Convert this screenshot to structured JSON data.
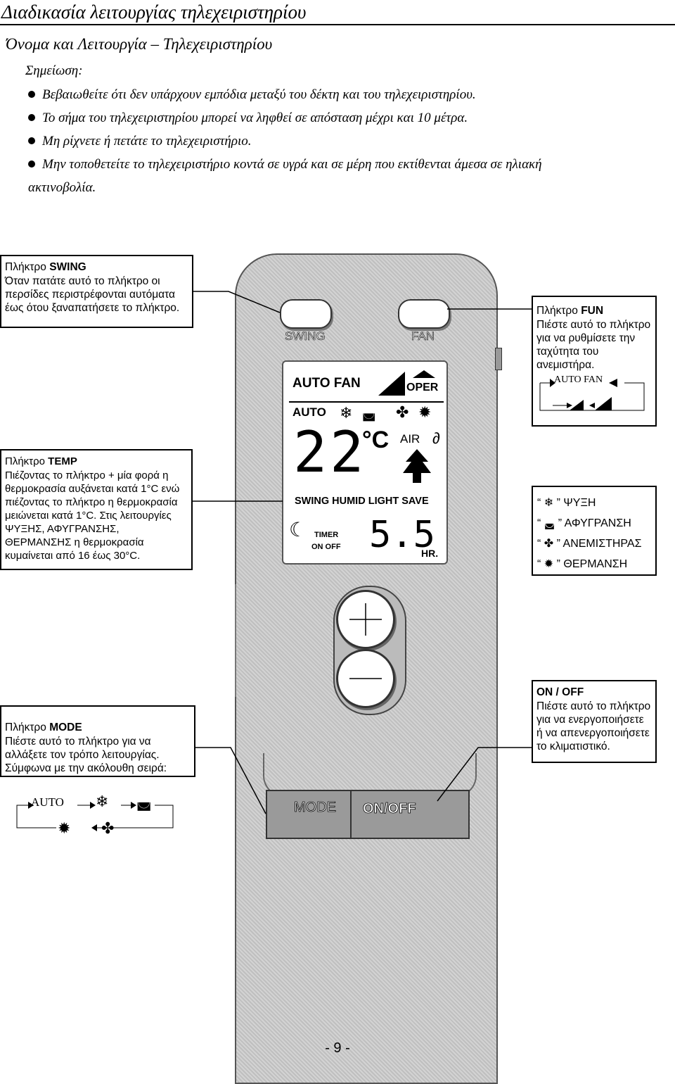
{
  "title": "Διαδικασία λειτουργίας τηλεχειριστηρίου",
  "subtitle": "Όνομα και Λειτουργία – Τηλεχειριστηρίου",
  "note_label": "Σημείωση:",
  "notes": [
    "Βεβαιωθείτε ότι δεν υπάρχουν εμπόδια μεταξύ του δέκτη και του τηλεχειριστηρίου.",
    "Το σήμα του τηλεχειριστηρίου μπορεί να ληφθεί σε απόσταση μέχρι και 10 μέτρα.",
    "Μη ρίχνετε ή πετάτε το τηλεχειριστήριο.",
    "Μην τοποθετείτε το τηλεχειριστήριο κοντά σε υγρά και σε μέρη που εκτίθενται άμεσα σε ηλιακή",
    "ακτινοβολία."
  ],
  "swing_box": {
    "heading_prefix": "Πλήκτρο",
    "heading_key": "SWING",
    "body": "Όταν πατάτε αυτό το πλήκτρο οι περσίδες περιστρέφονται αυτόματα έως ότου ξαναπατήσετε το πλήκτρο."
  },
  "fun_box": {
    "heading_prefix": "Πλήκτρο",
    "heading_key": "FUN",
    "body": "Πιέστε αυτό το πλήκτρο για να ρυθμίσετε την ταχύτητα του ανεμιστήρα."
  },
  "fan_cycle": {
    "label": "AUTO FAN"
  },
  "temp_box": {
    "heading_prefix": "Πλήκτρο",
    "heading_key": "TEMP",
    "body": "Πιέζοντας το πλήκτρο + μία φορά η θερμοκρασία αυξάνεται κατά 1°C ενώ πιέζοντας το πλήκτρο η θερμοκρασία μειώνεται κατά 1°C. Στις λειτουργίες ΨΥΞΗΣ, ΑΦΥΓΡΑΝΣΗΣ, ΘΕΡΜΑΝΣΗΣ η θερμοκρασία κυμαίνεται από 16 έως 30°C."
  },
  "mode_legend": [
    {
      "icon": "snowflake-icon",
      "label": "ΨΥΞΗ"
    },
    {
      "icon": "dehumidify-icon",
      "label": "ΑΦΥΓΡΑΝΣΗ"
    },
    {
      "icon": "fan-icon",
      "label": "ΑΝΕΜΙΣΤΗΡΑΣ"
    },
    {
      "icon": "sun-icon",
      "label": "ΘΕΡΜΑΝΣΗ"
    }
  ],
  "onoff_box": {
    "heading": "ON / OFF",
    "body": "Πιέστε αυτό το πλήκτρο για να ενεργοποιήσετε ή να απενεργοποιήσετε το κλιματιστικό."
  },
  "mode_box": {
    "heading_prefix": "Πλήκτρο",
    "heading_key": "MODE",
    "body": "Πιέστε αυτό το πλήκτρο για να αλλάξετε τον τρόπο λειτουργίας. Σύμφωνα με την ακόλουθη σειρά:"
  },
  "mode_cycle": {
    "label": "AUTO"
  },
  "remote": {
    "swing_label": "SWING",
    "fan_label": "FAN",
    "mode_label": "MODE",
    "onoff_label": "ON/OFF",
    "lcd": {
      "auto_fan": "AUTO  FAN",
      "oper": "OPER",
      "auto": "AUTO",
      "temp": "22",
      "unit": "°C",
      "air": "AIR",
      "functions": "SWING  HUMID LIGHT  SAVE",
      "timer": "TIMER",
      "on_off": "ON OFF",
      "timer_value": "5.5",
      "hr": "HR."
    }
  },
  "page_number": "- 9 -"
}
